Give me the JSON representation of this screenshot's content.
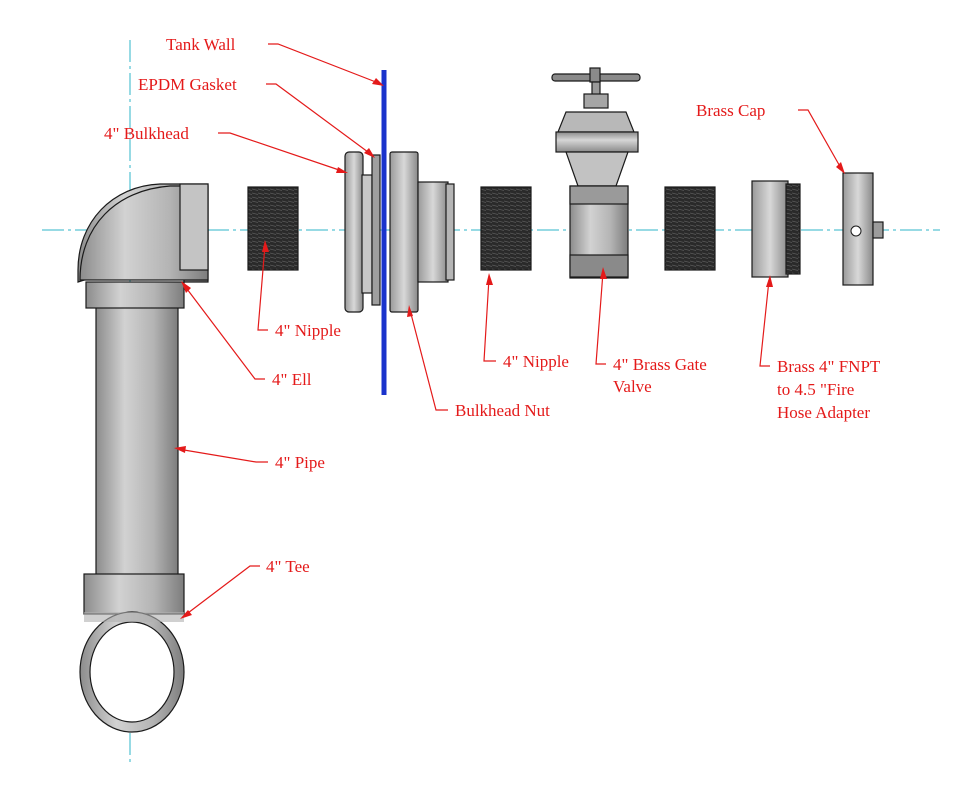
{
  "labels": {
    "tank_wall": "Tank Wall",
    "epdm_gasket": "EPDM Gasket",
    "bulkhead": "4\" Bulkhead",
    "nipple_1": "4\" Nipple",
    "ell": "4\" Ell",
    "pipe": "4\" Pipe",
    "tee": "4\" Tee",
    "bulkhead_nut": "Bulkhead Nut",
    "nipple_2": "4\" Nipple",
    "gate_valve_line1": "4\" Brass Gate",
    "gate_valve_line2": "Valve",
    "brass_cap": "Brass Cap",
    "adapter_line1": "Brass 4\" FNPT",
    "adapter_line2": "to 4.5 \"Fire",
    "adapter_line3": "Hose Adapter"
  },
  "colors": {
    "label": "#e41a1a",
    "tank_wall": "#1a33cc",
    "centerline": "#2fb4c8",
    "part_fill": "#b9b9b9",
    "thread_fill": "#2a2a2a"
  }
}
